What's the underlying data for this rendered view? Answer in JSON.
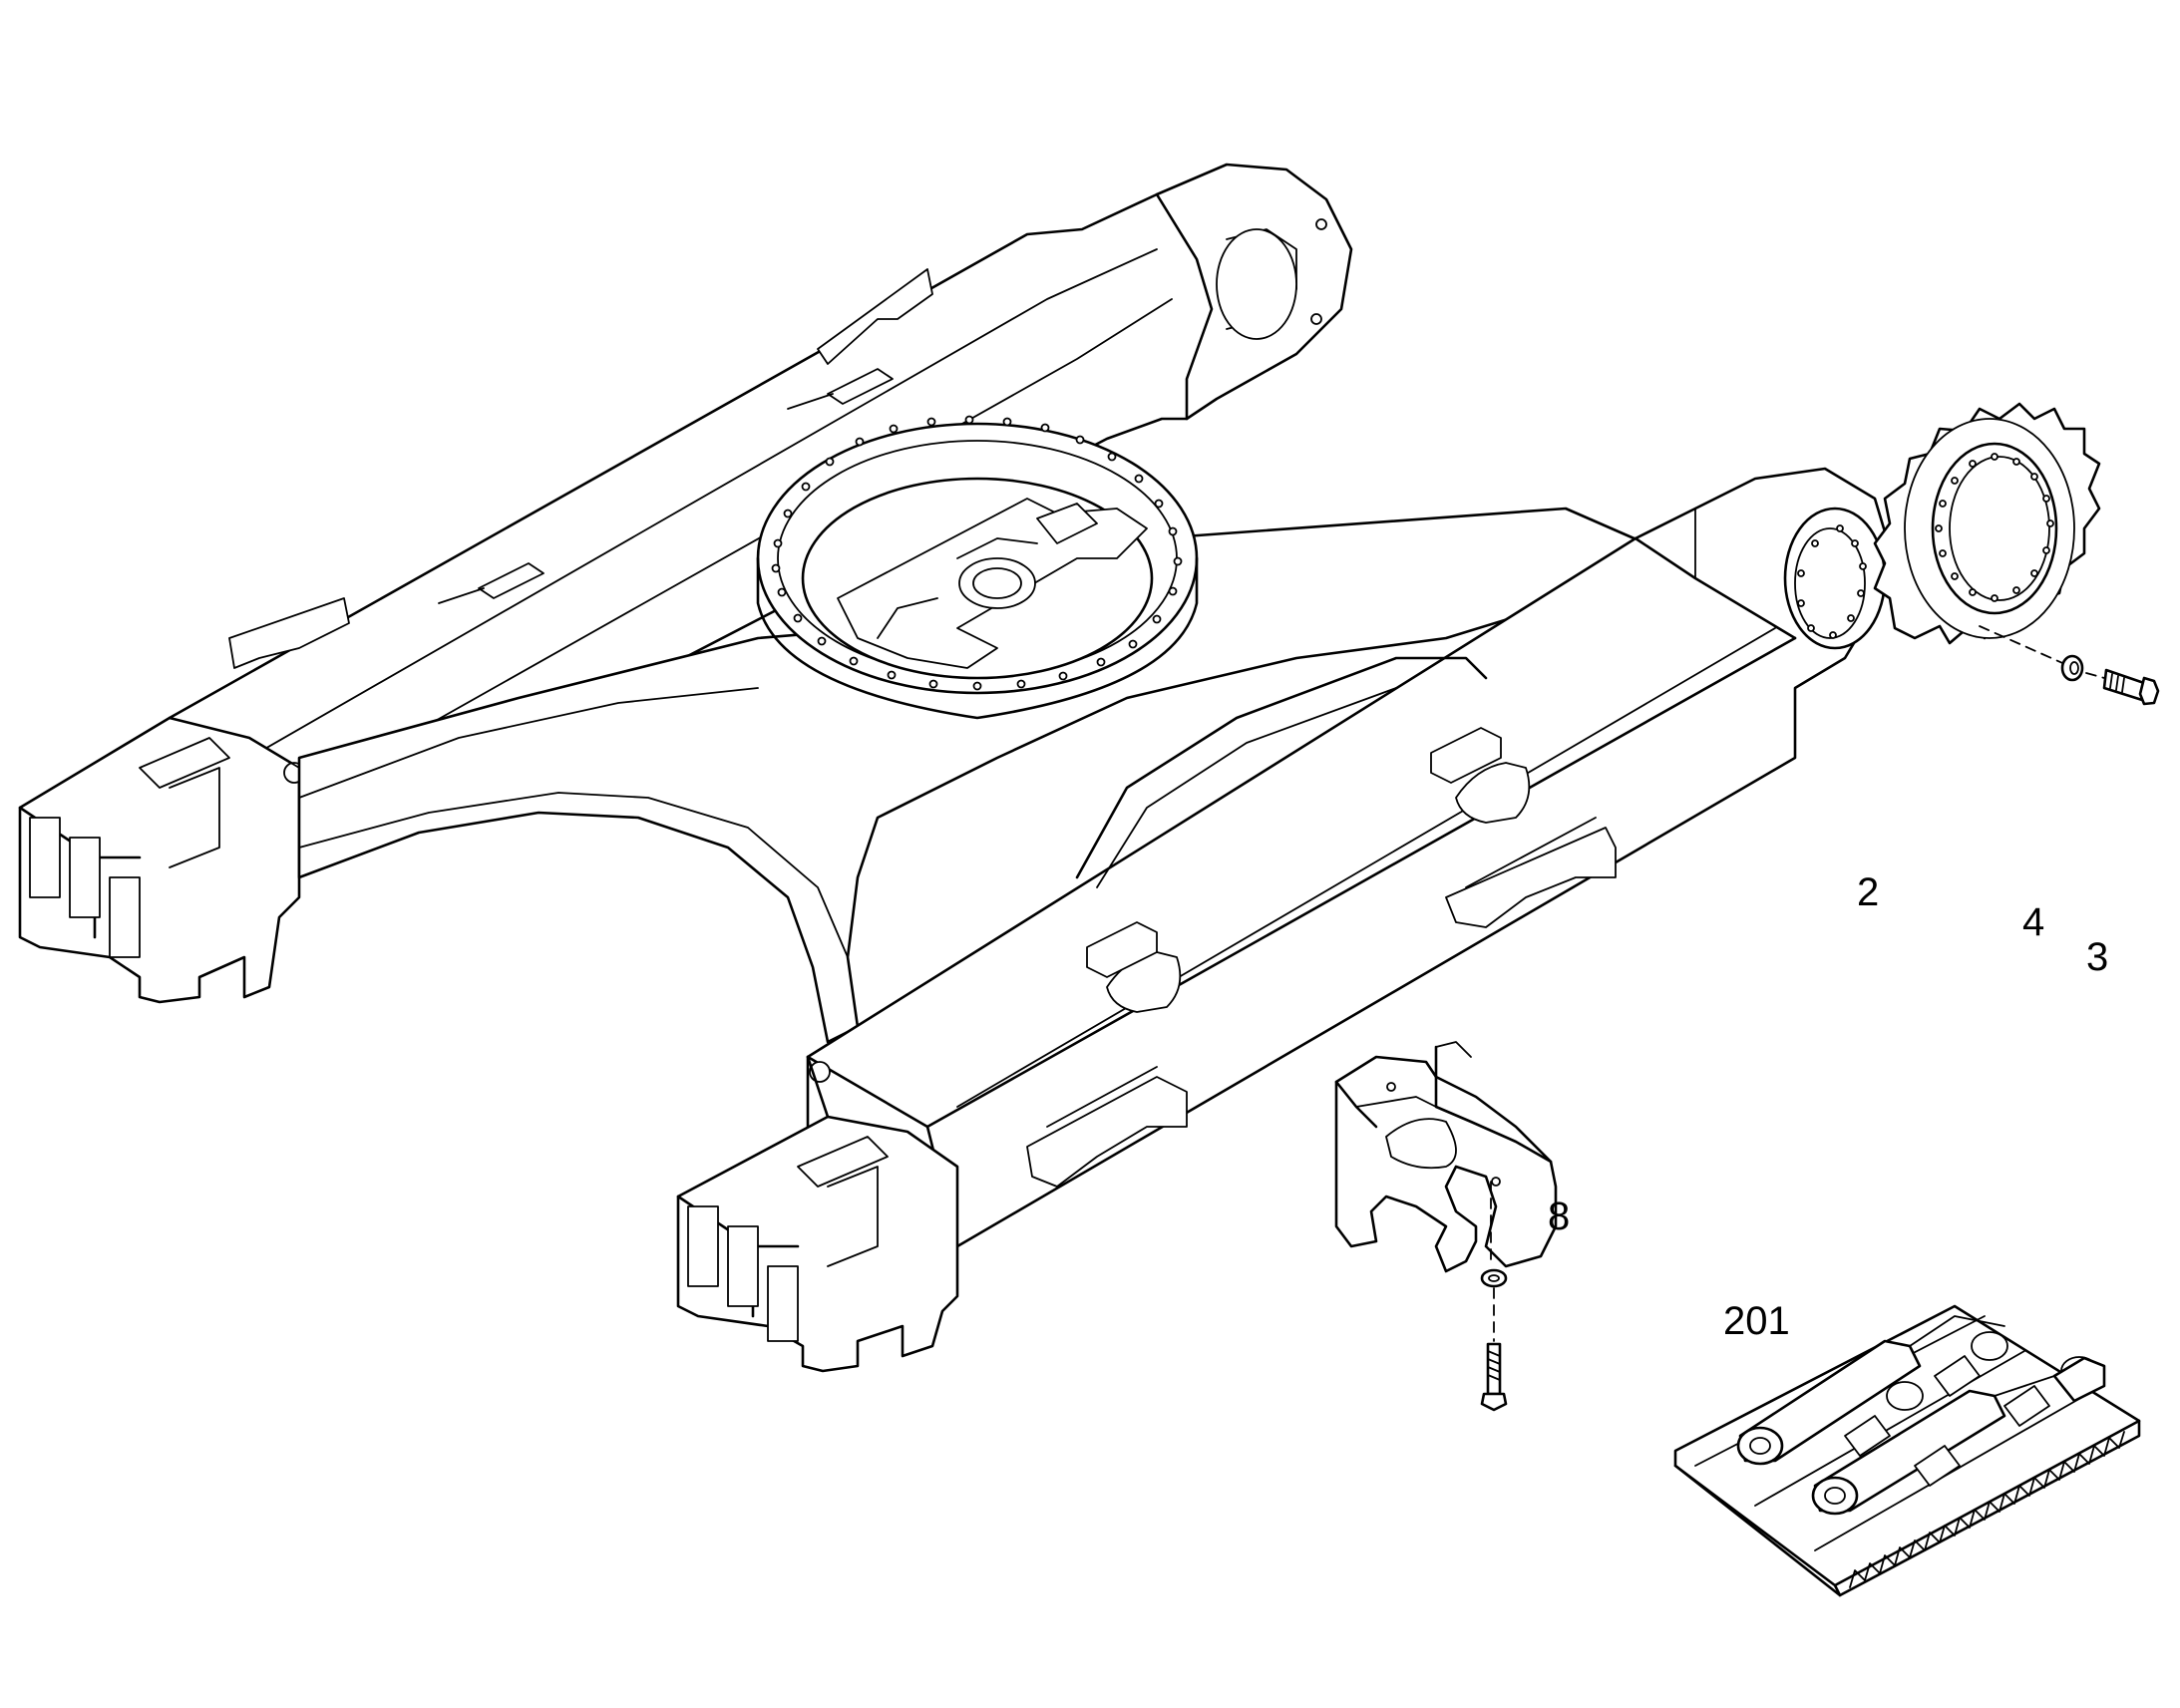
{
  "callouts": {
    "sprocket": "2",
    "bolt": "3",
    "washer": "4",
    "roller_guard": "8",
    "track_chain": "201"
  }
}
